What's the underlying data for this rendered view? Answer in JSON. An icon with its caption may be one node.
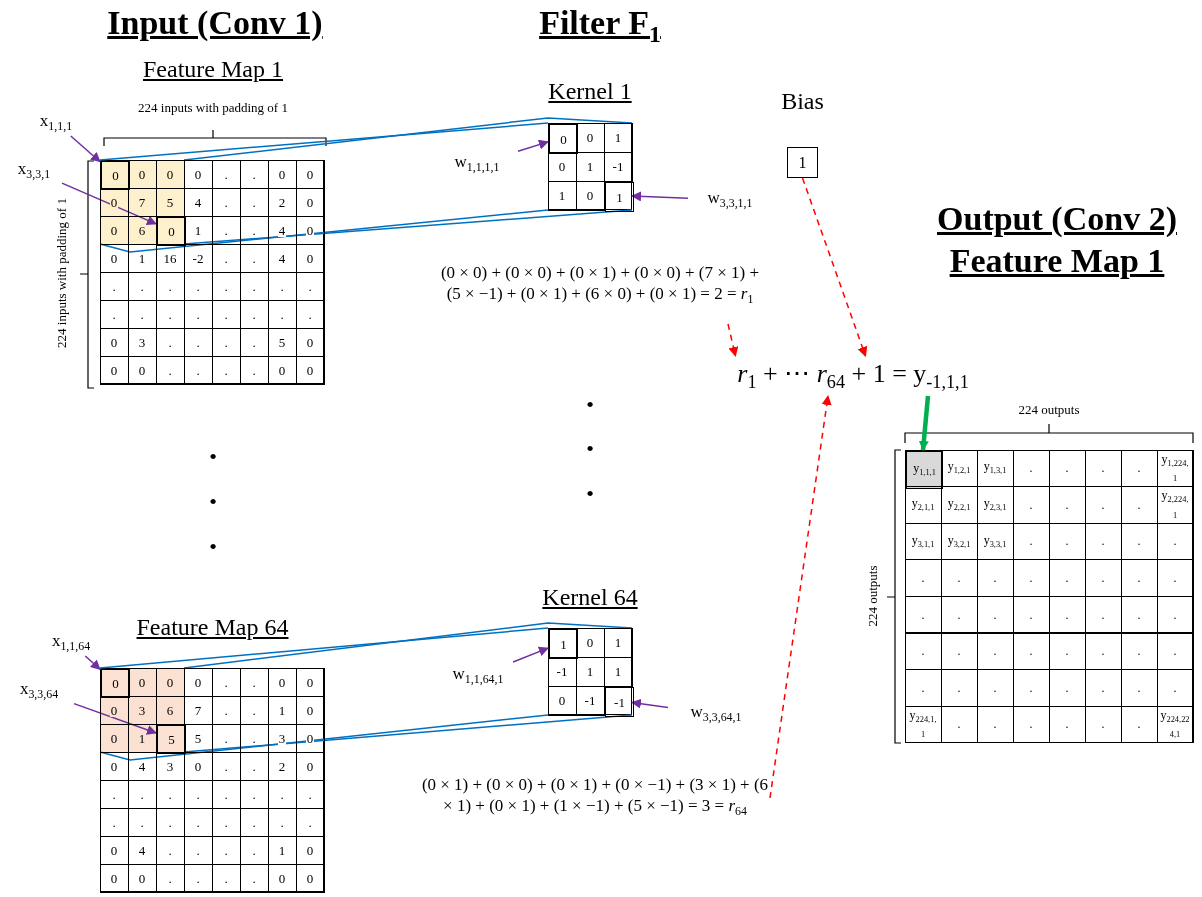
{
  "diagram": {
    "nodes": [
      {
        "text": [],
        "shape": "grid"
      },
      {
        "text": [],
        "shape": "box",
        "in": 0
      },
      {
        "text": [
          "0"
        ],
        "in": 1
      },
      {
        "text": [
          "0"
        ],
        "in": 1
      },
      {
        "text": [
          "x$_{1,1,1}$"
        ]
      },
      {
        "text": [
          "x$_{3,3,1}$"
        ]
      },
      {
        "text": [],
        "shape": "grid"
      },
      {
        "text": [
          "0"
        ],
        "in": 6
      },
      {
        "text": [
          "1"
        ],
        "in": 6
      },
      {
        "text": [
          "w$_{1,1,1,1}$"
        ]
      },
      {
        "text": [
          "w$_{3,3,1,1}$"
        ]
      },
      {
        "text": [
          "1"
        ],
        "beside": [
          "Bias"
        ]
      },
      {
        "text": [
          "(0 × 0) + (0 × 0) + (0 × 1) + (0 × 0) + (7 × 1) + (5 × −1) + (0 × 1) + (6 × 0) + (0 × 1) = 2 = *r*$_{1}$"
        ]
      },
      {
        "text": [
          "*r*$_{1}$ + ⋯ *r*$_{64}$ + 1 = y$_{-1,1,1}$"
        ]
      },
      {
        "text": [],
        "shape": "grid"
      },
      {
        "text": [
          "y$_{1,1,1}$"
        ],
        "in": 14
      },
      {
        "text": [],
        "shape": "grid"
      },
      {
        "text": [],
        "shape": "box",
        "in": 16
      },
      {
        "text": [
          "0"
        ],
        "in": 17
      },
      {
        "text": [
          "5"
        ],
        "in": 17
      },
      {
        "text": [
          "x$_{1,1,64}$"
        ]
      },
      {
        "text": [
          "x$_{3,3,64}$"
        ]
      },
      {
        "text": [],
        "shape": "grid"
      },
      {
        "text": [
          "1"
        ],
        "in": 22
      },
      {
        "text": [
          "-1"
        ],
        "in": 22
      },
      {
        "text": [
          "w$_{1,1,64,1}$"
        ]
      },
      {
        "text": [
          "w$_{3,3,64,1}$"
        ]
      },
      {
        "text": [
          "(0 × 1) + (0 × 0) + (0 × 1) + (0 × −1) + (3 × 1) + (6 × 1) + (0 × 1) + (1 × −1) + (5 × −1) = 3 = *r*$_{64}$"
        ]
      }
    ],
    "edges": [
      {
        "from": 4,
        "to": 2,
        "arrow": "to",
        "color": "#7030a0"
      },
      {
        "from": 5,
        "to": 3,
        "arrow": "to",
        "color": "#7030a0"
      },
      {
        "from": 9,
        "to": 7,
        "arrow": "to",
        "color": "#7030a0"
      },
      {
        "from": 10,
        "to": 8,
        "arrow": "to",
        "color": "#7030a0"
      },
      {
        "from": 1,
        "to": 6,
        "arrow": "none",
        "color": "#0070c0"
      },
      {
        "from": 1,
        "to": 6,
        "arrow": "none",
        "color": "#0070c0"
      },
      {
        "from": 1,
        "to": 6,
        "arrow": "none",
        "color": "#0070c0"
      },
      {
        "from": 1,
        "to": 6,
        "arrow": "none",
        "color": "#0070c0"
      },
      {
        "from": 20,
        "to": 18,
        "arrow": "to",
        "color": "#7030a0"
      },
      {
        "from": 21,
        "to": 19,
        "arrow": "to",
        "color": "#7030a0"
      },
      {
        "from": 25,
        "to": 23,
        "arrow": "to",
        "color": "#7030a0"
      },
      {
        "from": 26,
        "to": 24,
        "arrow": "to",
        "color": "#7030a0"
      },
      {
        "from": 17,
        "to": 22,
        "arrow": "none",
        "color": "#0070c0"
      },
      {
        "from": 17,
        "to": 22,
        "arrow": "none",
        "color": "#0070c0"
      },
      {
        "from": 17,
        "to": 22,
        "arrow": "none",
        "color": "#0070c0"
      },
      {
        "from": 17,
        "to": 22,
        "arrow": "none",
        "color": "#0070c0"
      },
      {
        "from": 12,
        "to": 13,
        "arrow": "to",
        "style": "dashed",
        "color": "#ff0000"
      },
      {
        "from": 11,
        "to": 13,
        "arrow": "to",
        "style": "dashed",
        "color": "#ff0000"
      },
      {
        "from": 27,
        "to": 13,
        "arrow": "to",
        "style": "dashed",
        "color": "#ff0000"
      },
      {
        "from": 13,
        "to": 15,
        "arrow": "to",
        "style": "thick",
        "color": "#00b050"
      }
    ],
    "labels": [
      "Input (Conv 1)",
      "Filter F$_{1}$",
      "Feature Map 1",
      "Kernel 1",
      "224 inputs with padding of 1",
      "224 inputs with padding of 1",
      "0",
      "0",
      "0",
      ".",
      ".",
      "0",
      "0",
      "0",
      "7",
      "5",
      "4",
      ".",
      ".",
      "2",
      "0",
      "0",
      "6",
      "1",
      ".",
      ".",
      "4",
      "0",
      "0",
      "1",
      "16",
      "-2",
      ".",
      ".",
      "4",
      "0",
      ".",
      ".",
      ".",
      ".",
      ".",
      ".",
      ".",
      ".",
      ".",
      ".",
      ".",
      ".",
      ".",
      ".",
      ".",
      ".",
      "0",
      "3",
      ".",
      ".",
      ".",
      ".",
      "5",
      "0",
      "0",
      "0",
      ".",
      ".",
      ".",
      ".",
      "0",
      "0",
      "0",
      "1",
      "0",
      "1",
      "-1",
      "1",
      "0",
      "Output (Conv 2) Feature Map 1",
      "•",
      "•",
      "•",
      "•",
      "•",
      "•",
      "224 outputs",
      "224 outputs",
      "y$_{1,2,1}$",
      "y$_{1,3,1}$",
      ".",
      ".",
      ".",
      ".",
      "y$_{1,224,1}$",
      "y$_{2,1,1}$",
      "y$_{2,2,1}$",
      "y$_{2,3,1}$",
      ".",
      ".",
      ".",
      ".",
      "y$_{2,224,1}$",
      "y$_{3,1,1}$",
      "y$_{3,2,1}$",
      "y$_{3,3,1}$",
      ".",
      ".",
      ".",
      ".",
      ".",
      ".",
      ".",
      ".",
      ".",
      ".",
      ".",
      ".",
      ".",
      ".",
      ".",
      ".",
      ".",
      ".",
      ".",
      ".",
      ".",
      ".",
      ".",
      ".",
      ".",
      ".",
      ".",
      ".",
      ".",
      ".",
      ".",
      ".",
      ".",
      ".",
      ".",
      ".",
      ".",
      "y$_{224,1,1}$",
      ".",
      ".",
      ".",
      ".",
      ".",
      ".",
      "y$_{224,224,1}$",
      "Feature Map 64",
      "Kernel 64",
      "0",
      "0",
      "0",
      ".",
      ".",
      "0",
      "0",
      "0",
      "3",
      "6",
      "7",
      ".",
      ".",
      "1",
      "0",
      "0",
      "1",
      "5",
      ".",
      ".",
      "3",
      "0",
      "0",
      "4",
      "3",
      "0",
      ".",
      ".",
      "2",
      "0",
      ".",
      ".",
      ".",
      ".",
      ".",
      ".",
      ".",
      ".",
      ".",
      ".",
      ".",
      ".",
      ".",
      ".",
      ".",
      ".",
      "0",
      "4",
      ".",
      ".",
      ".",
      ".",
      "1",
      "0",
      "0",
      "0",
      ".",
      ".",
      ".",
      ".",
      "0",
      "0",
      "0",
      "1",
      "-1",
      "1",
      "1",
      "0",
      "-1"
    ]
  }
}
